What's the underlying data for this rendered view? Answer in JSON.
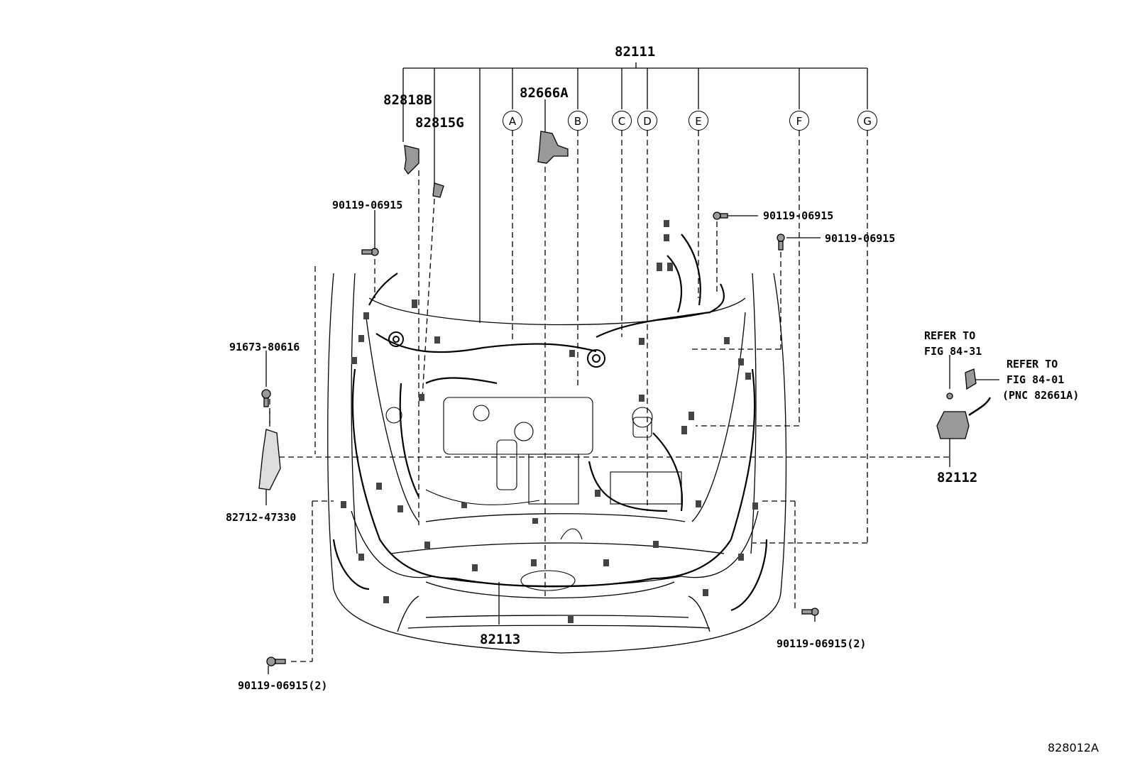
{
  "labels": {
    "harness_main": "82111",
    "part_82818b": "82818B",
    "part_82815g": "82815G",
    "part_82666a": "82666A",
    "bolt_left_top": "90119-06915",
    "bolt_right_top_1": "90119-06915",
    "bolt_right_top_2": "90119-06915",
    "bolt_91673": "91673-80616",
    "bracket_82712": "82712-47330",
    "bolt_left_bottom": "90119-06915(2)",
    "bolt_right_bottom": "90119-06915(2)",
    "harness_82113": "82113",
    "harness_82112": "82112",
    "refer_1_line1": "REFER TO",
    "refer_1_line2": "FIG 84-31",
    "refer_2_line1": "REFER TO",
    "refer_2_line2": "FIG 84-01",
    "refer_2_line3": "(PNC 82661A)",
    "diagram_code": "828012A"
  },
  "callouts": [
    "A",
    "B",
    "C",
    "D",
    "E",
    "F",
    "G"
  ]
}
